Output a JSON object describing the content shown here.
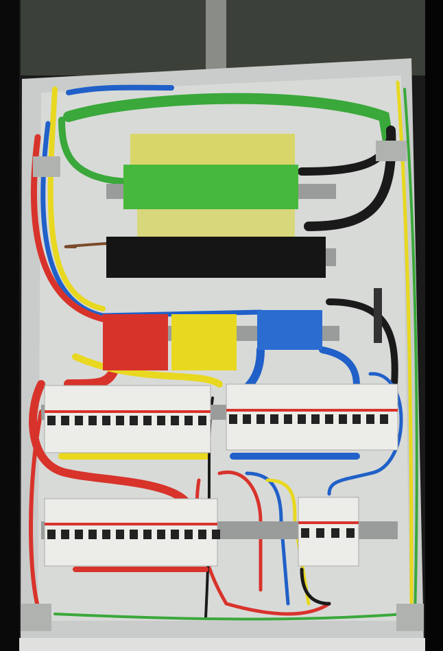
{
  "photo": {
    "subject": "electrical-distribution-panel",
    "colors": {
      "enclosure": "#c9ccca",
      "backplate": "#d8dad8",
      "green_wire": "#3aa83a",
      "yellow_wire": "#e8d820",
      "red_wire": "#d8332b",
      "blue_wire": "#2060c8",
      "black_wire": "#1a1a1a",
      "breaker": "#ecece8",
      "din_rail": "#9a9c9c"
    },
    "terminal_blocks": [
      "green",
      "black",
      "red",
      "yellow",
      "blue"
    ],
    "breaker_rows": 2
  }
}
